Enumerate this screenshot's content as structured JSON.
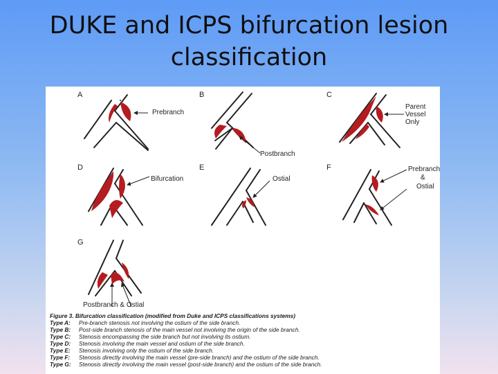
{
  "slide": {
    "title_line1": "DUKE and ICPS bifurcation lesion",
    "title_line2": "classification"
  },
  "figure": {
    "panels": [
      {
        "letter": "A",
        "label": "Prebranch"
      },
      {
        "letter": "B",
        "label": "Postbranch"
      },
      {
        "letter": "C",
        "label_lines": [
          "Parent",
          "Vessel",
          "Only"
        ]
      },
      {
        "letter": "D",
        "label": "Bifurcation"
      },
      {
        "letter": "E",
        "label": "Ostial"
      },
      {
        "letter": "F",
        "label_lines": [
          "Prebranch",
          "&",
          "Ostial"
        ]
      },
      {
        "letter": "G",
        "label": "Postbranch & Ostial"
      }
    ],
    "colors": {
      "lesion": "#b51c20",
      "vessel": "#222222"
    },
    "caption": {
      "title": "Figure 3. Bifurcation classification (modified from Duke and ICPS classifications systems)",
      "types": [
        {
          "label": "Type A:",
          "text": "Pre-branch stenosis not involving the ostium of the side branch."
        },
        {
          "label": "Type B:",
          "text": "Post-side branch stenosis of the main vessel not involving the origin of the side branch."
        },
        {
          "label": "Type C:",
          "text": "Stenosis encompassing the side branch but not involving its ostium."
        },
        {
          "label": "Type D:",
          "text": "Stenosis involving the main vessel and ostium of the side branch."
        },
        {
          "label": "Type E:",
          "text": "Stenosis involving only the ostium of the side branch."
        },
        {
          "label": "Type F:",
          "text": "Stenosis directly involving the main vessel (pre-side branch) and the ostium of the side branch."
        },
        {
          "label": "Type G:",
          "text": "Stenosis directly involving the main vessel (post-side branch) and the ostium of the side branch."
        }
      ]
    }
  }
}
